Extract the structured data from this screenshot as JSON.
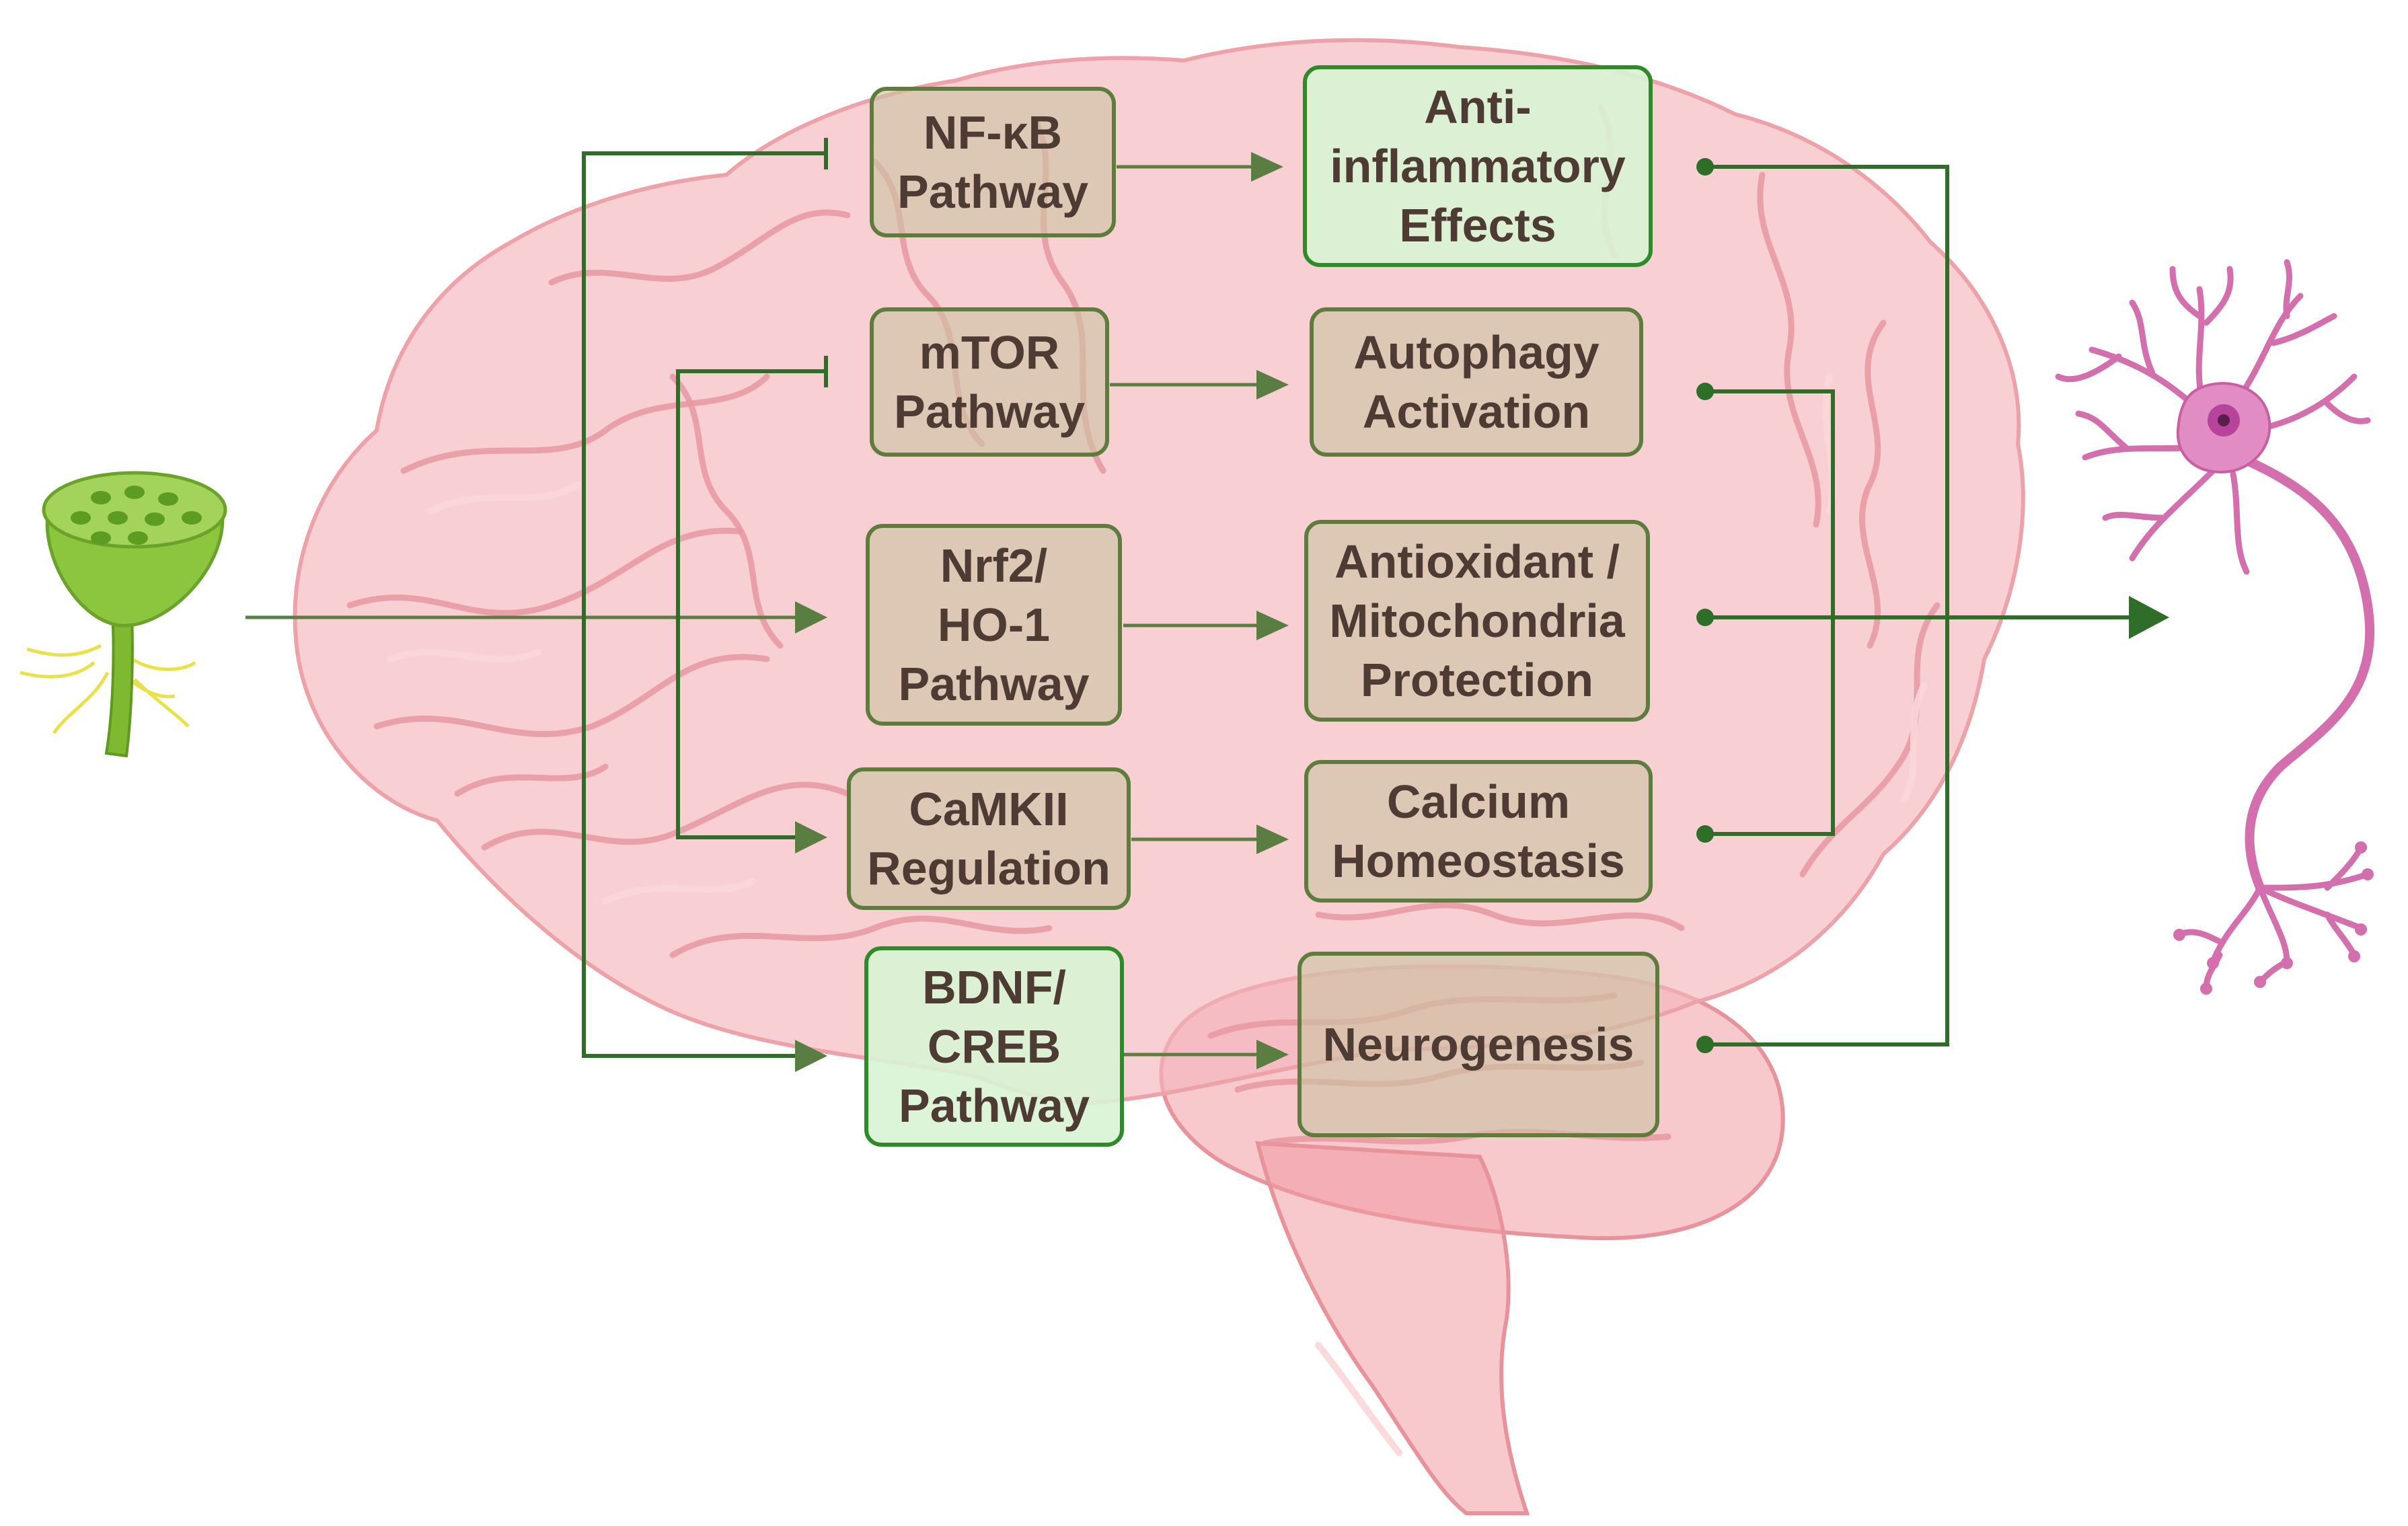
{
  "diagram": {
    "pathways": [
      {
        "id": "nfkb",
        "lines": [
          "NF-κB",
          "Pathway"
        ]
      },
      {
        "id": "mtor",
        "lines": [
          "mTOR",
          "Pathway"
        ]
      },
      {
        "id": "nrf2",
        "lines": [
          "Nrf2/",
          "HO-1",
          "Pathway"
        ]
      },
      {
        "id": "camkii",
        "lines": [
          "CaMKII",
          "Regulation"
        ]
      },
      {
        "id": "bdnf",
        "lines": [
          "BDNF/",
          "CREB",
          "Pathway"
        ]
      }
    ],
    "effects": [
      {
        "id": "anti",
        "lines": [
          "Anti-",
          "inflammatory",
          "Effects"
        ]
      },
      {
        "id": "autophagy",
        "lines": [
          "Autophagy",
          "Activation"
        ]
      },
      {
        "id": "antiox",
        "lines": [
          "Antioxidant /",
          "Mitochondria",
          "Protection"
        ]
      },
      {
        "id": "calcium",
        "lines": [
          "Calcium",
          "Homeostasis"
        ]
      },
      {
        "id": "neuro",
        "lines": [
          "Neurogenesis"
        ]
      }
    ],
    "source_icon": "lotus-seedpod-icon",
    "target_icon": "neuron-icon",
    "background_icon": "brain-icon",
    "colors": {
      "box_fill": "#ccc3a2",
      "box_border": "#5e7d3d",
      "box_highlight_fill": "#d8f3d3",
      "text": "#4d3b34",
      "arrow": "#5a7d41",
      "connector": "#2e6e29",
      "brain": "#f5b8bd",
      "neuron": "#e28cc4",
      "lotus": "#8cc63f"
    }
  }
}
